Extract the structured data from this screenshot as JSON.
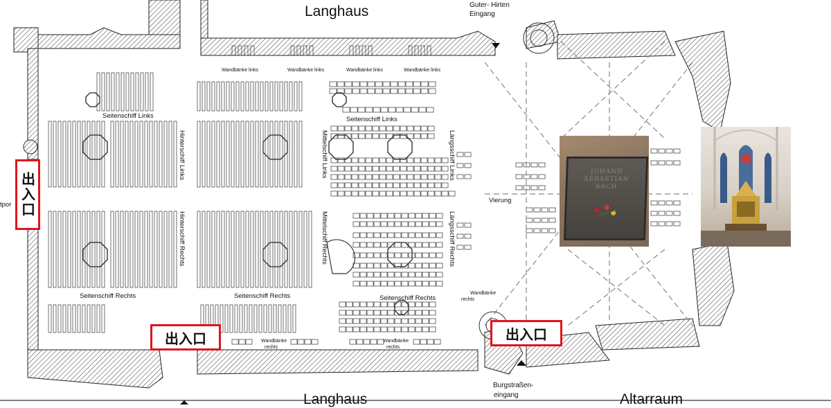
{
  "labels": {
    "langhaus_top": "Langhaus",
    "langhaus_bottom": "Langhaus",
    "altarraum": "Altarraum",
    "guter_hirten": "Guter- Hirten",
    "eingang": "Eingang",
    "burgstrassen": "Burgstraßen-",
    "eingang2": "eingang",
    "vierung": "Vierung",
    "westportal": "tpor",
    "seitenschiff_links": "Seitenschiff Links",
    "seitenschiff_rechts_left": "Seitenschiff Rechts",
    "seitenschiff_rechts_mid": "Seitenschiff Rechts",
    "seitenschiff_rechts_right": "Seitenschiff Rechts",
    "seitenschiff_links_mid": "Seitenschiff Links",
    "hinterschiff_links": "Hinterschiff Links",
    "hinterschiff_rechts": "Hinterschiff Rechts",
    "mittelschiff_links": "Mittelschiff Links",
    "mittelschiff_rechts": "Mittelschiff Rechts",
    "laengsschiff_links": "Längsschiff Links",
    "laengsschiff_rechts": "Längsschiff Rechts",
    "wandbaenke_links_1": "Wandbänke links",
    "wandbaenke_links_2": "Wandbänke links",
    "wandbaenke_links_3": "Wandbänke links",
    "wandbaenke_links_4": "Wandbänke links",
    "wandbaenke_rechts_1": "Wandbänke",
    "wandbaenke_rechts_1b": "rechts",
    "wandbaenke_rechts_2": "Wandbänke",
    "wandbaenke_rechts_2b": "rechts",
    "wandbaenke_rechts_3": "Wandbänke",
    "wandbaenke_rechts_3b": "rechts"
  },
  "entrances": {
    "west": "出入口",
    "south_left": "出入口",
    "south_right": "出入口"
  },
  "photo_grave": {
    "inscription_1": "JOHANN",
    "inscription_2": "SEBASTIAN",
    "inscription_3": "BACH"
  },
  "colors": {
    "entrance_border": "#e0141e",
    "wall_hatch": "#555555",
    "vault_lines": "#888888"
  }
}
